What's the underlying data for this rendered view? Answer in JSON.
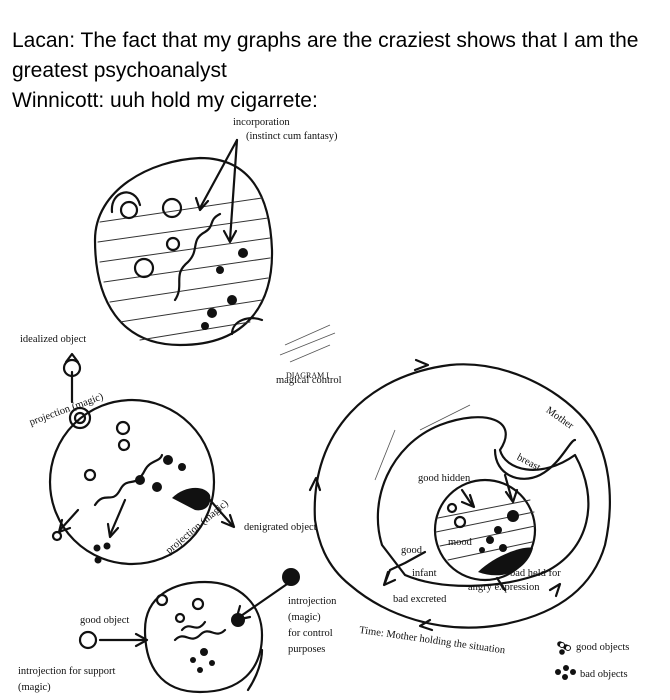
{
  "caption": {
    "line1": "Lacan: The fact that my graphs are the craziest shows that I am the",
    "line2": "greatest psychoanalyst",
    "line3": "Winnicott: uuh hold my cigarrete:"
  },
  "left_diagram": {
    "incorporation": "incorporation",
    "instinct_cum_fantasy": "(instinct cum fantasy)",
    "idealized_object": "idealized object",
    "projection_magic_upper": "projection (magic)",
    "magical_control": "magical control",
    "diagram_title": "DIAGRAM I",
    "projection_magic_lower": "projection (magic)",
    "denigrated_object": "denigrated object",
    "good_object": "good object",
    "introjection_magic": "introjection",
    "magic_paren": "(magic)",
    "for_control": "for control",
    "purposes": "purposes",
    "introjection_support": "introjection for support",
    "magic_support": "(magic)"
  },
  "right_diagram": {
    "mother": "Mother",
    "breast": "breast",
    "good_hidden": "good hidden",
    "mood": "mood",
    "good": "good",
    "infant": "infant",
    "bad_held": "bad held for",
    "angry_expression": "angry expression",
    "bad_excreted": "bad excreted",
    "time_label": "Time: Mother holding the situation",
    "legend_good": "good objects",
    "legend_bad": "bad objects"
  }
}
